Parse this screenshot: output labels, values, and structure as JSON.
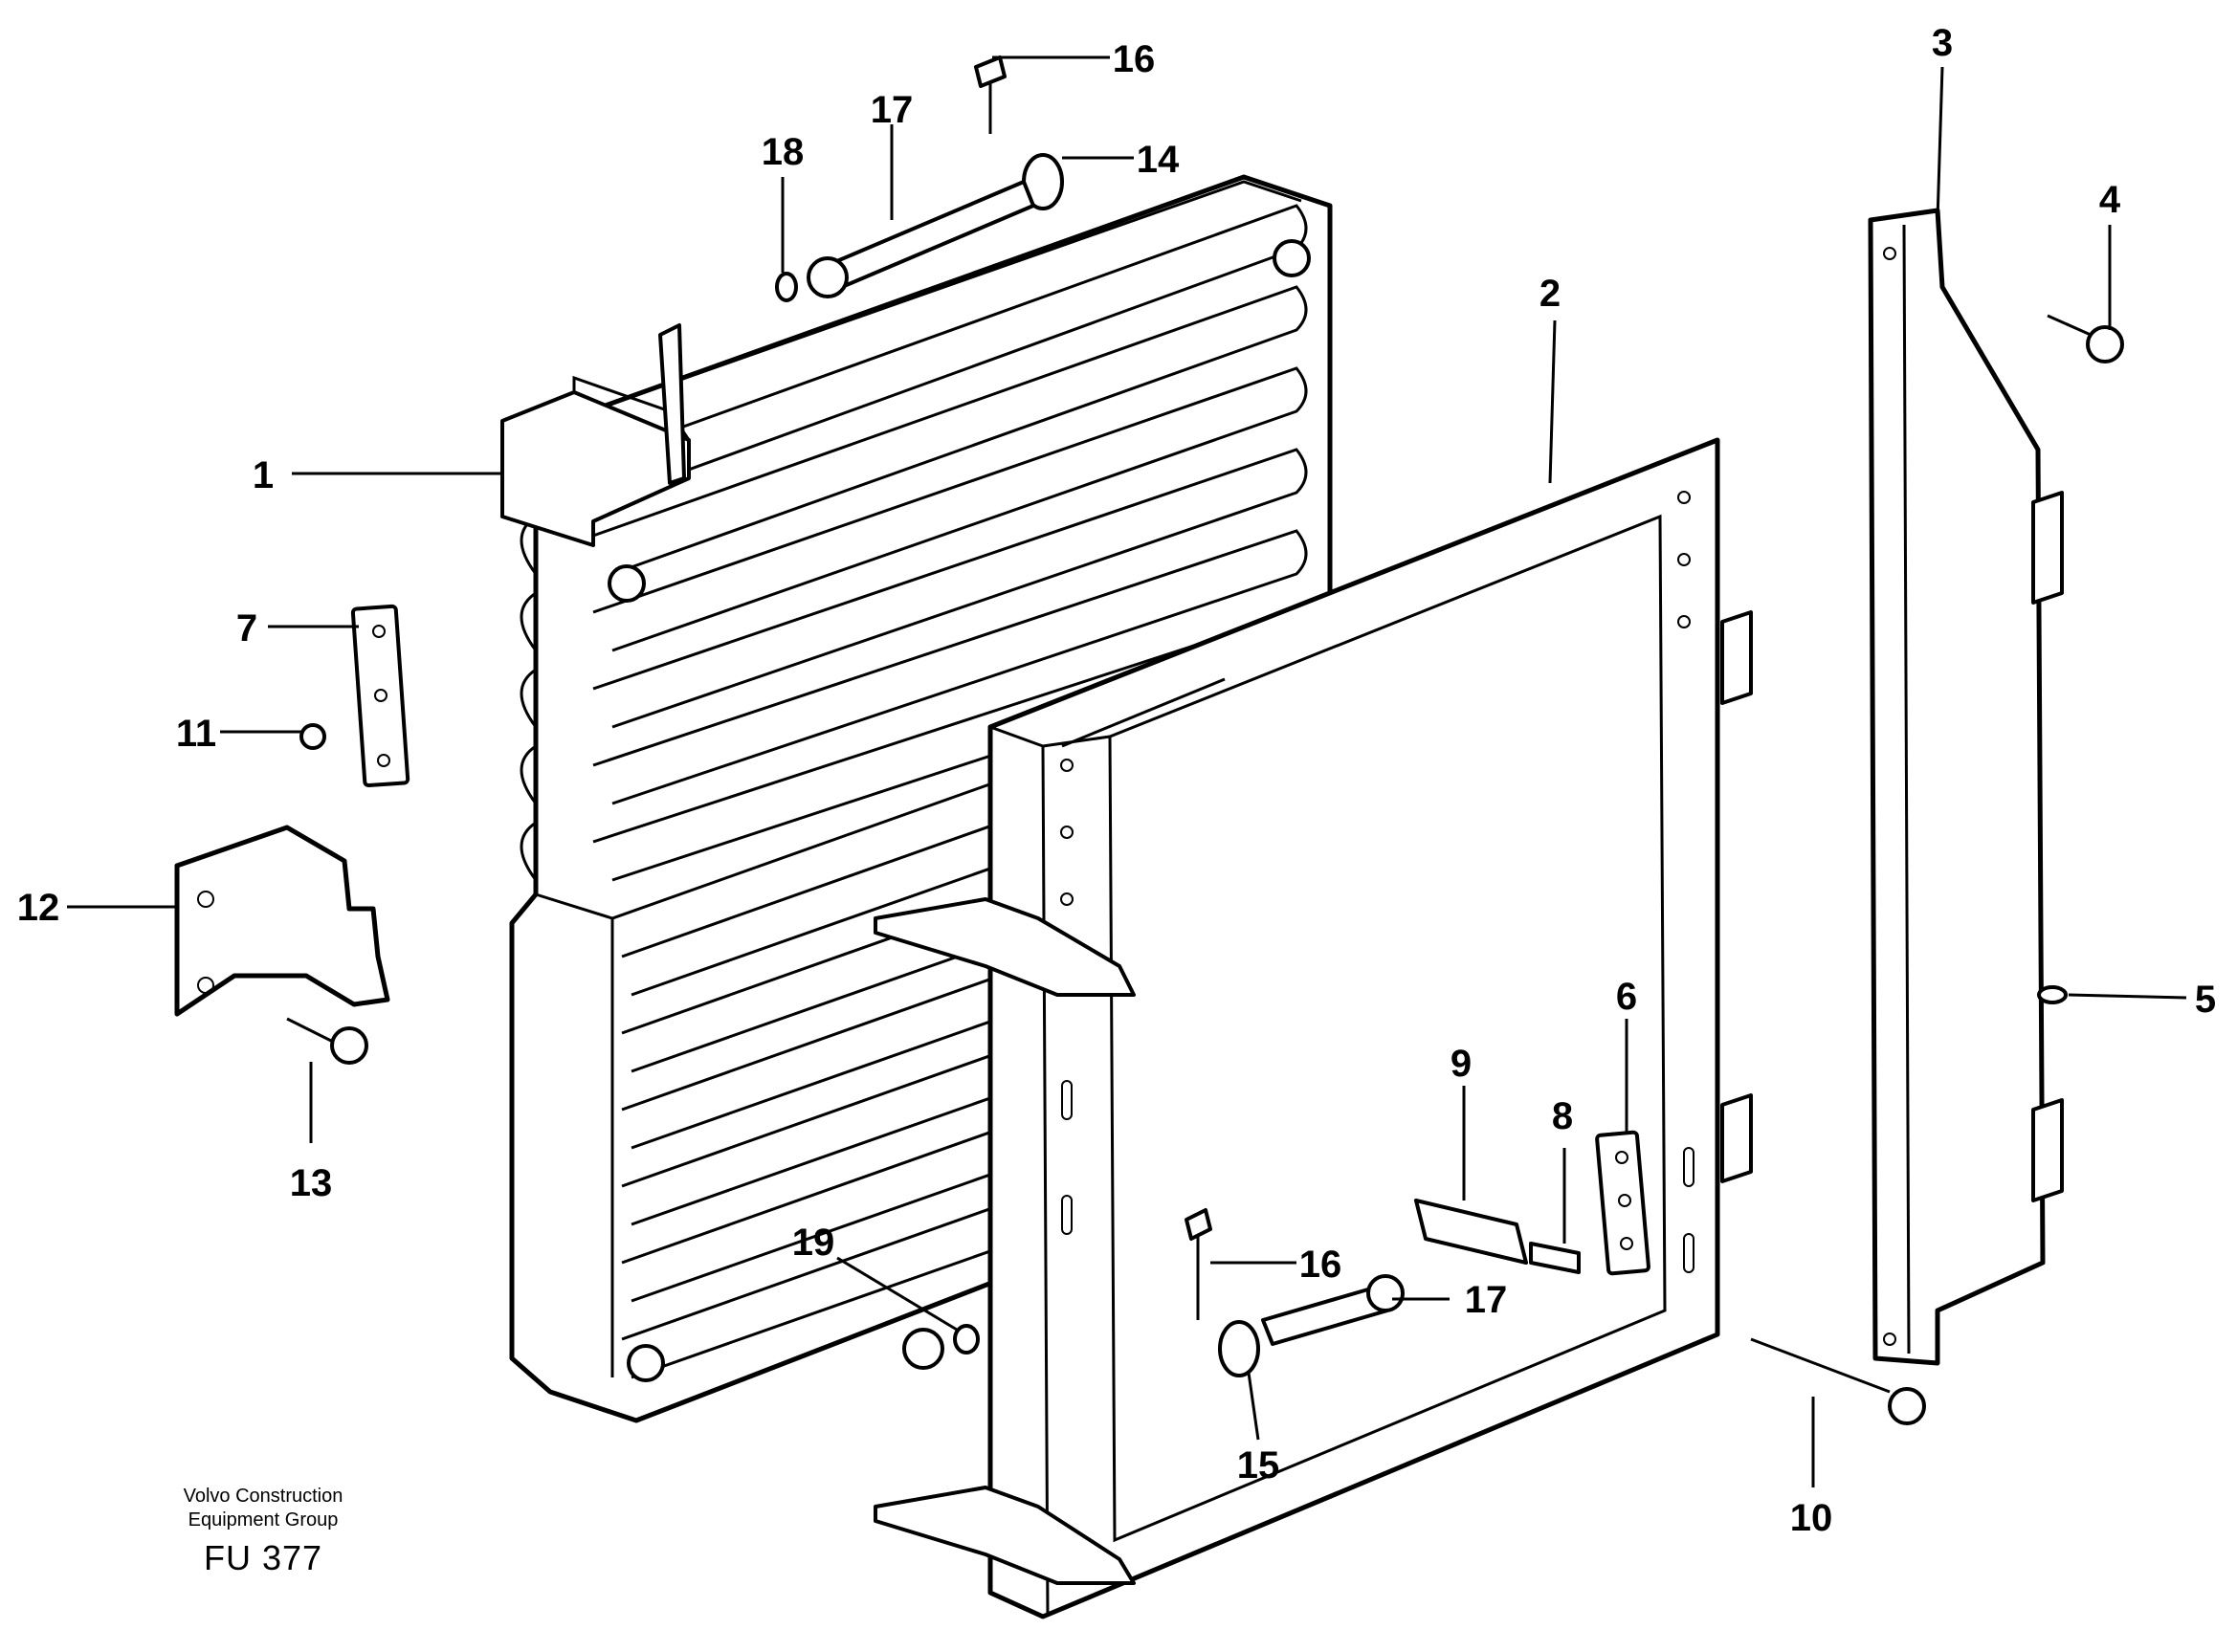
{
  "diagram": {
    "callouts": [
      "1",
      "2",
      "3",
      "4",
      "5",
      "6",
      "7",
      "8",
      "9",
      "10",
      "11",
      "12",
      "13",
      "14",
      "15",
      "16",
      "16",
      "17",
      "17",
      "18",
      "19"
    ]
  },
  "caption": {
    "line1": "Volvo Construction",
    "line2": "Equipment Group",
    "code": "FU 377"
  }
}
